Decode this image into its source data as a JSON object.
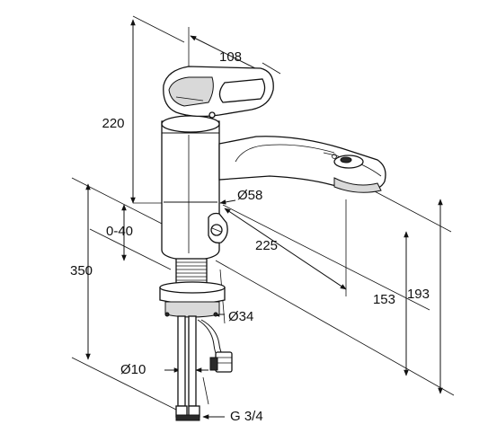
{
  "dimensions": {
    "spout_offset": "108",
    "total_height": "220",
    "height_adjust_range": "0-40",
    "hose_length": "350",
    "spout_diameter": "Ø58",
    "spout_reach": "225",
    "mount_diameter": "Ø34",
    "tube_diameter": "Ø10",
    "connection_thread": "G 3/4",
    "outlet_height": "153",
    "max_height": "193"
  }
}
